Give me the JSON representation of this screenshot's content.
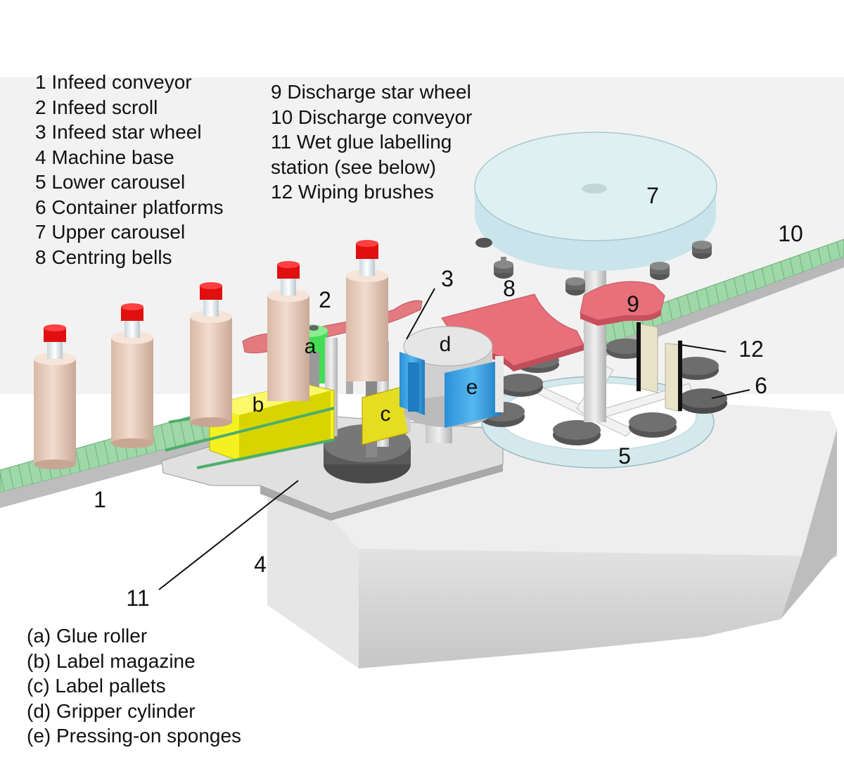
{
  "legend_main": [
    "1 Infeed conveyor",
    "2 Infeed scroll",
    "3 Infeed star wheel",
    "4 Machine base",
    "5 Lower carousel",
    "6 Container platforms",
    "7 Upper carousel",
    "8 Centring bells"
  ],
  "legend_right": [
    "9 Discharge star wheel",
    "10 Discharge conveyor",
    "11 Wet glue labelling",
    "station (see below)",
    "12 Wiping brushes"
  ],
  "legend_station": [
    "(a) Glue roller",
    "(b) Label magazine",
    "(c) Label pallets",
    "(d) Gripper cylinder",
    "(e) Pressing-on sponges"
  ],
  "callouts": {
    "c1": "1",
    "c2": "2",
    "c3": "3",
    "c4": "4",
    "c5": "5",
    "c6": "6",
    "c7": "7",
    "c8": "8",
    "c9": "9",
    "c10": "10",
    "c11": "11",
    "c12": "12"
  },
  "part_letters": {
    "a": "a",
    "b": "b",
    "c": "c",
    "d": "d",
    "e": "e"
  },
  "colors": {
    "conveyor": "#9fd8a8",
    "bottle_body": "#e8cdbb",
    "bottle_cap": "#e01010",
    "upper_carousel": "#d6eef2",
    "star_wheel": "#e8707a",
    "label_magazine": "#f5f020",
    "pressing_sponges": "#3a9ee0",
    "glue_roller": "#44dd55",
    "base": "#dcdcdc",
    "platform": "#555555"
  }
}
